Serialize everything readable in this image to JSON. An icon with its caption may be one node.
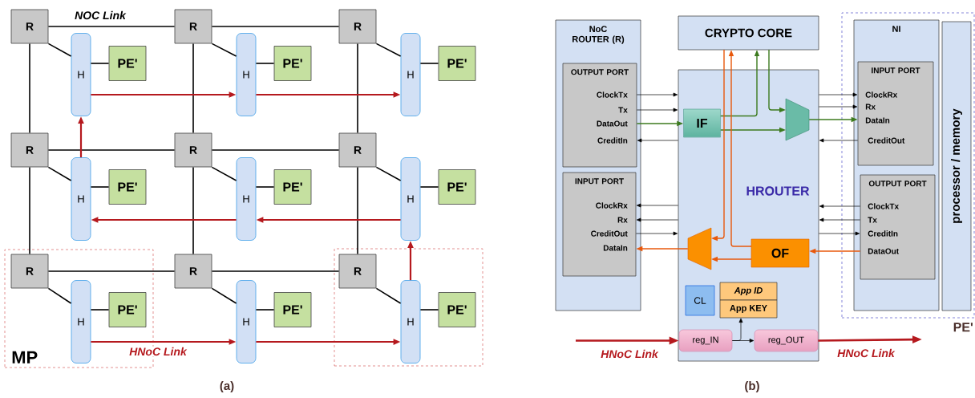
{
  "diagram": {
    "nodes": [
      {
        "text": [
          "R"
        ]
      },
      {
        "text": [
          "H"
        ]
      },
      {
        "text": [
          "PE'"
        ]
      },
      {
        "text": [
          "R"
        ]
      },
      {
        "text": [
          "H"
        ]
      },
      {
        "text": [
          "PE'"
        ]
      },
      {
        "text": [
          "R"
        ]
      },
      {
        "text": [
          "H"
        ]
      },
      {
        "text": [
          "PE'"
        ]
      },
      {
        "text": [
          "R"
        ]
      },
      {
        "text": [
          "H"
        ]
      },
      {
        "text": [
          "PE'"
        ]
      },
      {
        "text": [
          "R"
        ]
      },
      {
        "text": [
          "H"
        ]
      },
      {
        "text": [
          "PE'"
        ]
      },
      {
        "text": [
          "R"
        ]
      },
      {
        "text": [
          "H"
        ]
      },
      {
        "text": [
          "PE'"
        ]
      },
      {
        "text": [
          "MP"
        ]
      },
      {
        "text": [
          "R"
        ],
        "in": 18
      },
      {
        "text": [
          "H"
        ],
        "in": 18
      },
      {
        "text": [
          "PE'"
        ],
        "in": 18
      },
      {
        "text": [
          "R"
        ]
      },
      {
        "text": [
          "H"
        ]
      },
      {
        "text": [
          "PE'"
        ]
      },
      {
        "text": [],
        "shape": "box"
      },
      {
        "text": [
          "R"
        ],
        "in": 25
      },
      {
        "text": [
          "H"
        ],
        "in": 25
      },
      {
        "text": [
          "PE'"
        ],
        "in": 25
      },
      {
        "text": [
          "NoC ROUTER (R)"
        ]
      },
      {
        "text": [
          "OUTPUT PORT"
        ],
        "in": 29
      },
      {
        "text": [
          "ClockTx"
        ],
        "in": 30
      },
      {
        "text": [
          "Tx"
        ],
        "in": 30
      },
      {
        "text": [
          "DataOut"
        ],
        "in": 30
      },
      {
        "text": [
          "CreditIn"
        ],
        "in": 30
      },
      {
        "text": [
          "INPUT PORT"
        ],
        "in": 29
      },
      {
        "text": [
          "ClockRx"
        ],
        "in": 35
      },
      {
        "text": [
          "Rx"
        ],
        "in": 35
      },
      {
        "text": [
          "CreditOut"
        ],
        "in": 35
      },
      {
        "text": [
          "DataIn"
        ],
        "in": 35
      },
      {
        "text": [
          "CRYPTO CORE"
        ]
      },
      {
        "text": [
          "HROUTER"
        ]
      },
      {
        "text": [
          "IF"
        ],
        "in": 41
      },
      {
        "text": [],
        "shape": "trapezoid",
        "in": 41
      },
      {
        "text": [],
        "shape": "trapezoid",
        "in": 41
      },
      {
        "text": [
          "OF"
        ],
        "in": 41
      },
      {
        "text": [
          "CL"
        ],
        "in": 41
      },
      {
        "text": [
          "App ID"
        ],
        "in": 41
      },
      {
        "text": [
          "App KEY"
        ],
        "in": 41
      },
      {
        "text": [
          "reg_IN"
        ],
        "in": 41
      },
      {
        "text": [
          "reg_OUT"
        ],
        "in": 41
      },
      {
        "text": [
          "PE'"
        ]
      },
      {
        "text": [
          "NI"
        ],
        "in": 51
      },
      {
        "text": [
          "INPUT PORT"
        ],
        "in": 52
      },
      {
        "text": [
          "ClockRx"
        ],
        "in": 53
      },
      {
        "text": [
          "Rx"
        ],
        "in": 53
      },
      {
        "text": [
          "DataIn"
        ],
        "in": 53
      },
      {
        "text": [
          "CreditOut"
        ],
        "in": 53
      },
      {
        "text": [
          "OUTPUT PORT"
        ],
        "in": 52
      },
      {
        "text": [
          "ClockTx"
        ],
        "in": 58
      },
      {
        "text": [
          "Tx"
        ],
        "in": 58
      },
      {
        "text": [
          "CreditIn"
        ],
        "in": 58
      },
      {
        "text": [
          "DataOut"
        ],
        "in": 58
      },
      {
        "text": [
          "processor / memory"
        ],
        "in": 51
      }
    ],
    "edges": [
      {
        "from": 0,
        "to": 3,
        "arrow": "none",
        "label": "NOC Link"
      },
      {
        "from": 3,
        "to": 6,
        "arrow": "none"
      },
      {
        "from": 9,
        "to": 12,
        "arrow": "none"
      },
      {
        "from": 12,
        "to": 15,
        "arrow": "none"
      },
      {
        "from": 19,
        "to": 22,
        "arrow": "none"
      },
      {
        "from": 22,
        "to": 26,
        "arrow": "none"
      },
      {
        "from": 0,
        "to": 9,
        "arrow": "none"
      },
      {
        "from": 9,
        "to": 19,
        "arrow": "none"
      },
      {
        "from": 3,
        "to": 12,
        "arrow": "none"
      },
      {
        "from": 12,
        "to": 22,
        "arrow": "none"
      },
      {
        "from": 6,
        "to": 15,
        "arrow": "none"
      },
      {
        "from": 15,
        "to": 26,
        "arrow": "none"
      },
      {
        "from": 0,
        "to": 1,
        "arrow": "none"
      },
      {
        "from": 3,
        "to": 4,
        "arrow": "none"
      },
      {
        "from": 6,
        "to": 7,
        "arrow": "none"
      },
      {
        "from": 9,
        "to": 10,
        "arrow": "none"
      },
      {
        "from": 12,
        "to": 13,
        "arrow": "none"
      },
      {
        "from": 15,
        "to": 16,
        "arrow": "none"
      },
      {
        "from": 19,
        "to": 20,
        "arrow": "none"
      },
      {
        "from": 22,
        "to": 23,
        "arrow": "none"
      },
      {
        "from": 26,
        "to": 27,
        "arrow": "none"
      },
      {
        "from": 1,
        "to": 2,
        "arrow": "none"
      },
      {
        "from": 4,
        "to": 5,
        "arrow": "none"
      },
      {
        "from": 7,
        "to": 8,
        "arrow": "none"
      },
      {
        "from": 10,
        "to": 11,
        "arrow": "none"
      },
      {
        "from": 13,
        "to": 14,
        "arrow": "none"
      },
      {
        "from": 16,
        "to": 17,
        "arrow": "none"
      },
      {
        "from": 20,
        "to": 21,
        "arrow": "none"
      },
      {
        "from": 23,
        "to": 24,
        "arrow": "none"
      },
      {
        "from": 27,
        "to": 28,
        "arrow": "none"
      },
      {
        "from": 1,
        "to": 4,
        "arrow": "to",
        "color": "#b5191e"
      },
      {
        "from": 4,
        "to": 7,
        "arrow": "to",
        "color": "#b5191e"
      },
      {
        "from": 10,
        "to": 1,
        "arrow": "to",
        "color": "#b5191e"
      },
      {
        "from": 16,
        "to": 13,
        "arrow": "to",
        "color": "#b5191e"
      },
      {
        "from": 13,
        "to": 10,
        "arrow": "to",
        "color": "#b5191e"
      },
      {
        "from": 27,
        "to": 16,
        "arrow": "to",
        "color": "#b5191e"
      },
      {
        "from": 20,
        "to": 23,
        "arrow": "to",
        "color": "#b5191e",
        "label": "HNoC Link"
      },
      {
        "from": 23,
        "to": 27,
        "arrow": "to",
        "color": "#b5191e"
      },
      {
        "from": 31,
        "to": 41,
        "arrow": "to"
      },
      {
        "from": 32,
        "to": 41,
        "arrow": "to"
      },
      {
        "from": 33,
        "to": 42,
        "arrow": "to",
        "color": "#3c7a1e"
      },
      {
        "from": 41,
        "to": 34,
        "arrow": "to"
      },
      {
        "from": 41,
        "to": 36,
        "arrow": "to"
      },
      {
        "from": 41,
        "to": 37,
        "arrow": "to"
      },
      {
        "from": 38,
        "to": 41,
        "arrow": "to"
      },
      {
        "from": 44,
        "to": 39,
        "arrow": "to",
        "color": "#e8580c"
      },
      {
        "from": 41,
        "to": 54,
        "arrow": "to"
      },
      {
        "from": 41,
        "to": 55,
        "arrow": "to"
      },
      {
        "from": 43,
        "to": 56,
        "arrow": "to",
        "color": "#3c7a1e"
      },
      {
        "from": 57,
        "to": 41,
        "arrow": "to"
      },
      {
        "from": 59,
        "to": 41,
        "arrow": "to"
      },
      {
        "from": 60,
        "to": 41,
        "arrow": "to"
      },
      {
        "from": 41,
        "to": 61,
        "arrow": "to"
      },
      {
        "from": 62,
        "to": 45,
        "arrow": "to",
        "color": "#e8580c"
      },
      {
        "from": 42,
        "to": 40,
        "arrow": "to",
        "color": "#3c7a1e"
      },
      {
        "from": 42,
        "to": 43,
        "arrow": "to",
        "color": "#3c7a1e"
      },
      {
        "from": 40,
        "to": 43,
        "arrow": "to",
        "color": "#3c7a1e"
      },
      {
        "from": 40,
        "to": 44,
        "arrow": "to",
        "color": "#e8580c"
      },
      {
        "from": 45,
        "to": 40,
        "arrow": "to",
        "color": "#e8580c"
      },
      {
        "from": 45,
        "to": 44,
        "arrow": "to",
        "color": "#e8580c"
      },
      {
        "from": 49,
        "to": 50,
        "arrow": "to"
      },
      {
        "from": 49,
        "to": 48,
        "arrow": "to"
      },
      {
        "from": null,
        "to": 49,
        "arrow": "to",
        "color": "#b5191e",
        "label": "HNoC Link"
      },
      {
        "from": 50,
        "to": null,
        "arrow": "to",
        "color": "#b5191e",
        "label": "HNoC Link"
      }
    ],
    "labels": [
      "(a)",
      "(b)"
    ]
  }
}
